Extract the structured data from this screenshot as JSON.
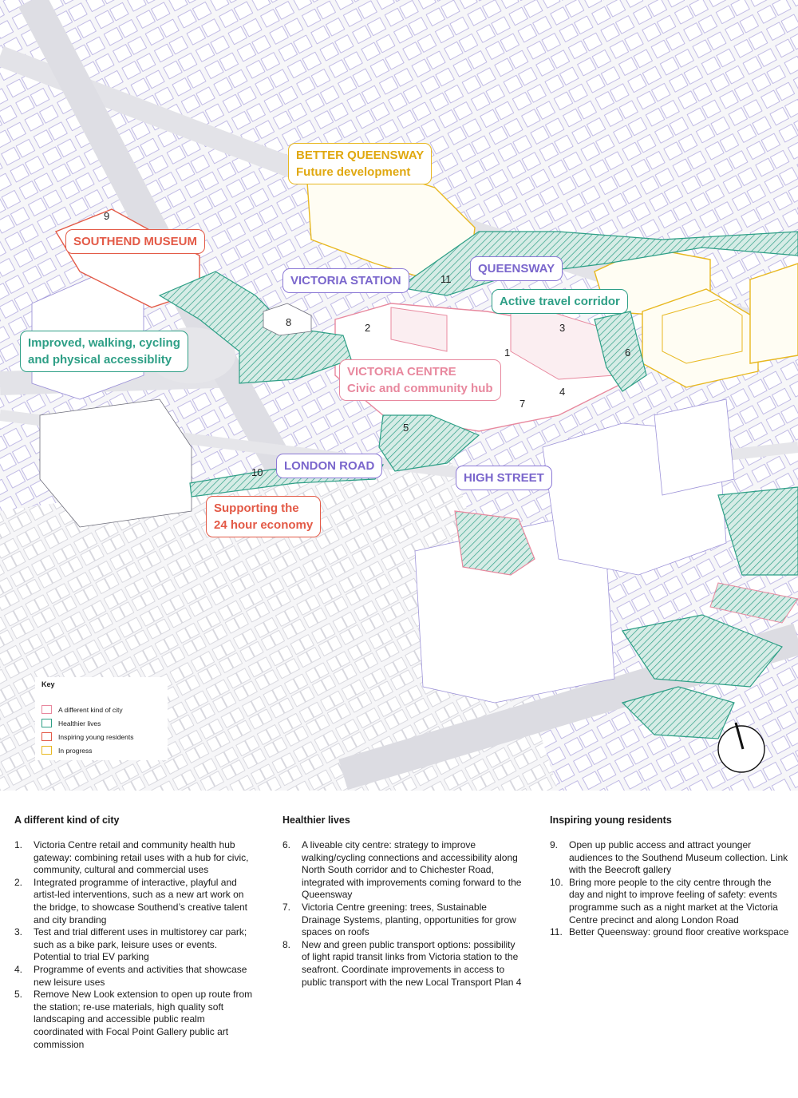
{
  "colors": {
    "city": "#e8889e",
    "healthier": "#2e9f86",
    "young": "#e35a47",
    "progress": "#e8b820",
    "labels_purple": "#8b78d6"
  },
  "labels": {
    "better_queensway_title": "BETTER QUEENSWAY",
    "better_queensway_sub": "Future development",
    "southend_museum": "SOUTHEND MUSEUM",
    "victoria_station": "VICTORIA STATION",
    "queensway": "QUEENSWAY",
    "active_travel": "Active travel corridor",
    "improved_line1": "Improved, walking, cycling",
    "improved_line2": "and physical accessiblity",
    "victoria_centre_title": "VICTORIA CENTRE",
    "victoria_centre_sub": "Civic and community hub",
    "london_road": "LONDON ROAD",
    "high_street": "HIGH STREET",
    "supporting_line1": "Supporting the",
    "supporting_line2": "24 hour economy"
  },
  "numbers": {
    "n1": "1",
    "n2": "2",
    "n3": "3",
    "n4": "4",
    "n5": "5",
    "n6": "6",
    "n7": "7",
    "n8": "8",
    "n9": "9",
    "n10": "10",
    "n11": "11"
  },
  "key": {
    "title": "Key",
    "items": [
      {
        "label": "A different kind of city",
        "color": "#e8889e"
      },
      {
        "label": "Healthier lives",
        "color": "#2e9f86"
      },
      {
        "label": "Inspiring young residents",
        "color": "#e35a47"
      },
      {
        "label": "In progress",
        "color": "#e8b820"
      }
    ]
  },
  "sections": [
    {
      "title": "A different kind of city",
      "items": [
        {
          "num": "1.",
          "text": "Victoria Centre retail and community health hub gateway: combining retail uses with a hub for civic, community, cultural and commercial uses"
        },
        {
          "num": "2.",
          "text": "Integrated programme of interactive, playful and artist-led interventions, such as a new art work on the bridge, to showcase Southend’s creative talent and city branding"
        },
        {
          "num": "3.",
          "text": "Test and trial different uses in multistorey car park; such as a bike park, leisure uses or events. Potential to trial EV parking"
        },
        {
          "num": "4.",
          "text": "Programme of events and activities that showcase new leisure uses"
        },
        {
          "num": "5.",
          "text": "Remove New Look extension to open up route from the station; re-use materials, high quality soft landscaping and accessible public realm coordinated with Focal Point Gallery public art commission"
        }
      ]
    },
    {
      "title": "Healthier lives",
      "items": [
        {
          "num": "6.",
          "text": "A liveable city centre: strategy to improve walking/cycling connections and accessibility along North South corridor and to Chichester Road, integrated with improvements coming forward to the Queensway"
        },
        {
          "num": "7.",
          "text": "Victoria Centre greening: trees, Sustainable Drainage Systems, planting, opportunities for grow spaces on roofs"
        },
        {
          "num": "8.",
          "text": "New and green public transport options: possibility of light rapid transit links from Victoria station to the seafront. Coordinate improvements in access to public transport with the new Local Transport Plan 4"
        }
      ]
    },
    {
      "title": "Inspiring young residents",
      "items": [
        {
          "num": "9.",
          "text": "Open up public access and attract younger audiences to the Southend Museum collection. Link with the Beecroft gallery"
        },
        {
          "num": "10.",
          "text": "Bring more people to the city centre through the day and night to improve feeling of safety: events programme such as a night market at the Victoria Centre precinct and along London Road"
        },
        {
          "num": "11.",
          "text": "Better Queensway: ground floor creative workspace"
        }
      ]
    }
  ]
}
